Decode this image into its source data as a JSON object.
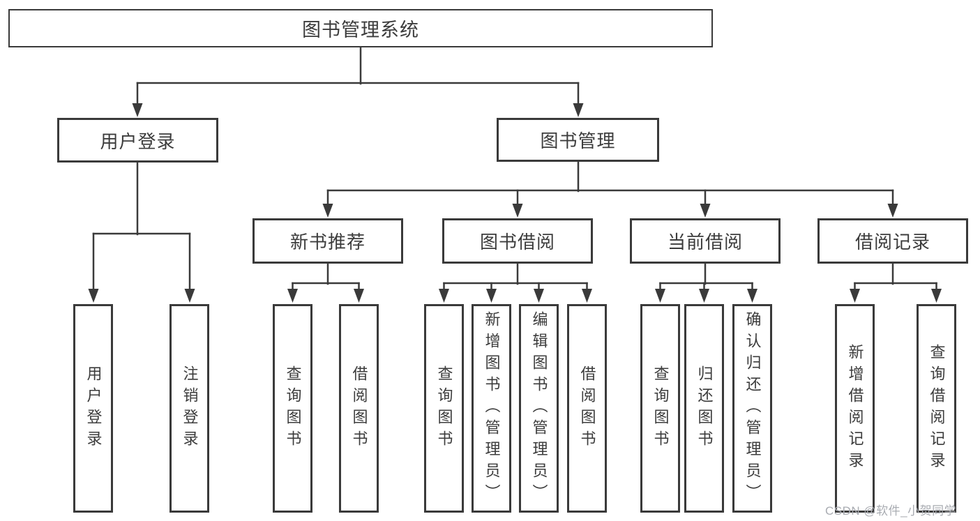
{
  "diagram_type": "functional-structure-tree",
  "tree": {
    "root": "图书管理系统",
    "children": [
      {
        "label": "用户登录",
        "children": [
          {
            "label": "用户登录"
          },
          {
            "label": "注销登录"
          }
        ]
      },
      {
        "label": "图书管理",
        "children": [
          {
            "label": "新书推荐",
            "children": [
              {
                "label": "查询图书"
              },
              {
                "label": "借阅图书"
              }
            ]
          },
          {
            "label": "图书借阅",
            "children": [
              {
                "label": "查询图书"
              },
              {
                "label": "新增图书（管理员）"
              },
              {
                "label": "编辑图书（管理员）"
              },
              {
                "label": "借阅图书"
              }
            ]
          },
          {
            "label": "当前借阅",
            "children": [
              {
                "label": "查询图书"
              },
              {
                "label": "归还图书"
              },
              {
                "label": "确认归还（管理员）"
              }
            ]
          },
          {
            "label": "借阅记录",
            "children": [
              {
                "label": "新增借阅记录"
              },
              {
                "label": "查询借阅记录"
              }
            ]
          }
        ]
      }
    ]
  },
  "watermark": {
    "text": "CSDN @软件_小贺同学"
  },
  "colors": {
    "line": "#3a3a3a",
    "node_border": "#3a3a3a",
    "node_text": "#3c3c3c",
    "background": "#ffffff",
    "watermark": "#a9acb2"
  }
}
